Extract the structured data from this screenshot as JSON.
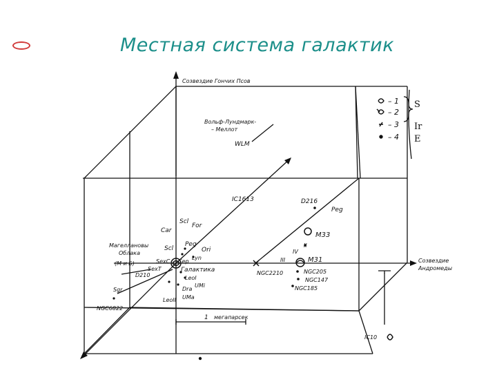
{
  "slide": {
    "title": "Местная система галактик"
  },
  "legend": {
    "items": [
      {
        "number": "– 1",
        "icon": "spiral-galaxy-icon"
      },
      {
        "number": "– 2",
        "icon": "barred-spiral-icon"
      },
      {
        "number": "– 3",
        "icon": "irregular-galaxy-icon"
      },
      {
        "number": "– 4",
        "icon": "elliptical-galaxy-icon"
      }
    ],
    "groups": [
      "S",
      "Ir",
      "E"
    ]
  },
  "labels": {
    "hunting_dogs": "Созвездие Гончих Псов",
    "wlm_title_1": "Вольф-Лундмарк-",
    "wlm_title_2": "– Меллот",
    "wlm": "WLM",
    "ic1613": "IC1613",
    "d216": "D216",
    "peg_right": "Peg",
    "m33": "M33",
    "ii": "II",
    "iv": "IV",
    "iii": "III",
    "m31": "M31",
    "ngc205": "NGC205",
    "ngc147": "NGC147",
    "ngc185": "NGC185",
    "ngc2210": "NGC2210",
    "andromeda_1": "Созвездие",
    "andromeda_2": "Андромеды",
    "magellan_1": "Магеллановы",
    "magellan_2": "Облака",
    "magellan_3": "(M и Б)",
    "d210": "D210",
    "sgr": "Sgr",
    "ngc6822": "NGC6822",
    "car": "Car",
    "scl_top": "Scl",
    "for": "For",
    "scl": "Scl",
    "peg": "Peg",
    "ori": "Ori",
    "sexc": "SexC",
    "cep": "Cep",
    "lyn": "Lyn",
    "sext": "SexT",
    "galaxy": "Галактика",
    "leo1": "LeoI",
    "umi": "UMi",
    "dra": "Dra",
    "uma": "UMa",
    "leo2": "LeoII",
    "scale_num": "1",
    "scale_unit": "мегапарсек",
    "ic10": "IC10"
  }
}
